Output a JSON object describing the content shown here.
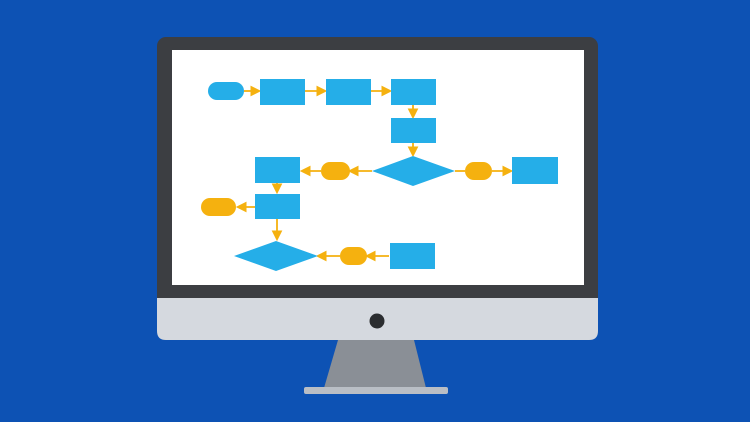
{
  "colors": {
    "background": "#0d52b4",
    "bezel": "#3c3e42",
    "screen": "#ffffff",
    "chin": "#d5d9df",
    "camera": "#2b2d30",
    "stand": "#8a8f96",
    "stand_base": "#b9bec5",
    "process_fill": "#25aee8",
    "terminal_fill": "#25aee8",
    "decision_fill": "#25aee8",
    "connector_fill": "#f5b10f",
    "arrow": "#f5b10f"
  },
  "icons": {
    "camera": "camera-dot-icon",
    "arrow": "arrow-right-icon"
  },
  "diagram": {
    "nodes": [
      {
        "id": "start",
        "shape": "terminal",
        "color": "blue"
      },
      {
        "id": "p1",
        "shape": "process"
      },
      {
        "id": "p2",
        "shape": "process"
      },
      {
        "id": "p3",
        "shape": "process"
      },
      {
        "id": "p4",
        "shape": "process"
      },
      {
        "id": "d1",
        "shape": "decision"
      },
      {
        "id": "c1",
        "shape": "connector",
        "color": "orange"
      },
      {
        "id": "c2",
        "shape": "connector",
        "color": "orange"
      },
      {
        "id": "p5",
        "shape": "process"
      },
      {
        "id": "p6",
        "shape": "process"
      },
      {
        "id": "p7",
        "shape": "process"
      },
      {
        "id": "c3",
        "shape": "connector",
        "color": "orange"
      },
      {
        "id": "d2",
        "shape": "decision"
      },
      {
        "id": "c4",
        "shape": "connector",
        "color": "orange"
      },
      {
        "id": "p8",
        "shape": "process"
      }
    ],
    "edges": [
      {
        "from": "start",
        "to": "p1"
      },
      {
        "from": "p1",
        "to": "p2"
      },
      {
        "from": "p2",
        "to": "p3"
      },
      {
        "from": "p3",
        "to": "p4"
      },
      {
        "from": "p4",
        "to": "d1"
      },
      {
        "from": "d1",
        "to": "c1"
      },
      {
        "from": "c1",
        "to": "p6"
      },
      {
        "from": "d1",
        "to": "c2"
      },
      {
        "from": "c2",
        "to": "p5"
      },
      {
        "from": "p6",
        "to": "p7"
      },
      {
        "from": "p7",
        "to": "c3"
      },
      {
        "from": "p7",
        "to": "d2"
      },
      {
        "from": "p8",
        "to": "c4"
      },
      {
        "from": "c4",
        "to": "d2"
      }
    ]
  }
}
